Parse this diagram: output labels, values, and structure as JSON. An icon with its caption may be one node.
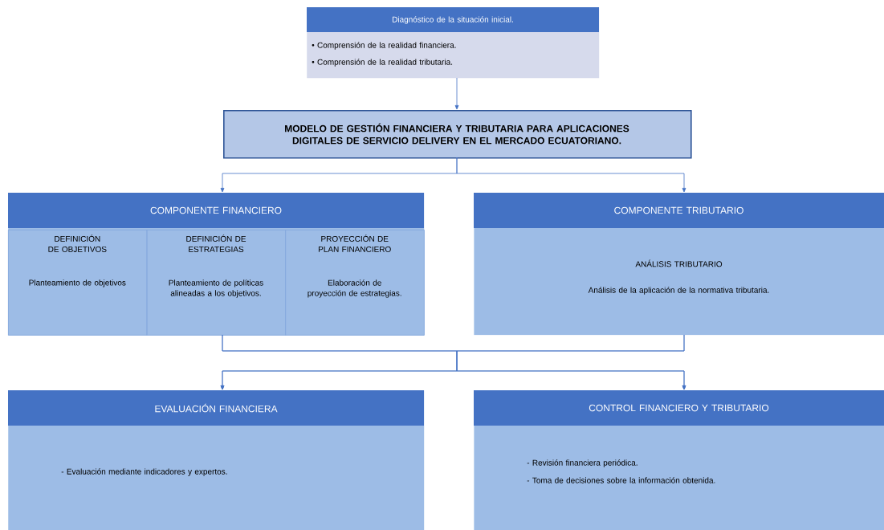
{
  "diagram": {
    "nodes": [
      {
        "text": [
          "Diagnóstico de la situación inicial.",
          "• Comprensión de la realidad financiera.",
          "• Comprensión de la realidad tributaria."
        ]
      },
      {
        "text": [
          "MODELO DE GESTIÓN FINANCIERA Y TRIBUTARIA PARA APLICACIONES DIGITALES DE SERVICIO DELIVERY EN EL MERCADO ECUATORIANO."
        ]
      },
      {
        "text": [
          "COMPONENTE FINANCIERO"
        ]
      },
      {
        "text": [
          "DEFINICIÓN DE OBJETIVOS",
          "Planteamiento de objetivos"
        ],
        "in": 2
      },
      {
        "text": [
          "DEFINICIÓN DE ESTRATEGIAS",
          "Planteamiento de políticas alineadas a los objetivos."
        ],
        "in": 2
      },
      {
        "text": [
          "PROYECCIÓN DE PLAN FINANCIERO",
          "Elaboración de proyección de estrategias."
        ],
        "in": 2
      },
      {
        "text": [
          "COMPONENTE TRIBUTARIO",
          "ANÁLISIS TRIBUTARIO",
          "Análisis de la aplicación de la normativa tributaria."
        ]
      },
      {
        "text": [
          "EVALUACIÓN FINANCIERA",
          "- Evaluación mediante indicadores y expertos."
        ]
      },
      {
        "text": [
          "CONTROL FINANCIERO Y TRIBUTARIO",
          "- Revisión financiera periódica.",
          "- Toma de decisiones sobre la información obtenida."
        ]
      }
    ],
    "edges": [
      {
        "from": 0,
        "to": 1,
        "arrow": "to"
      },
      {
        "from": 1,
        "to": 2,
        "arrow": "to"
      },
      {
        "from": 1,
        "to": 6,
        "arrow": "to"
      },
      {
        "from": 2,
        "to": 7,
        "arrow": "to"
      },
      {
        "from": 2,
        "to": 8,
        "arrow": "to"
      },
      {
        "from": 6,
        "to": 7,
        "arrow": "to"
      },
      {
        "from": 6,
        "to": 8,
        "arrow": "to"
      }
    ]
  }
}
